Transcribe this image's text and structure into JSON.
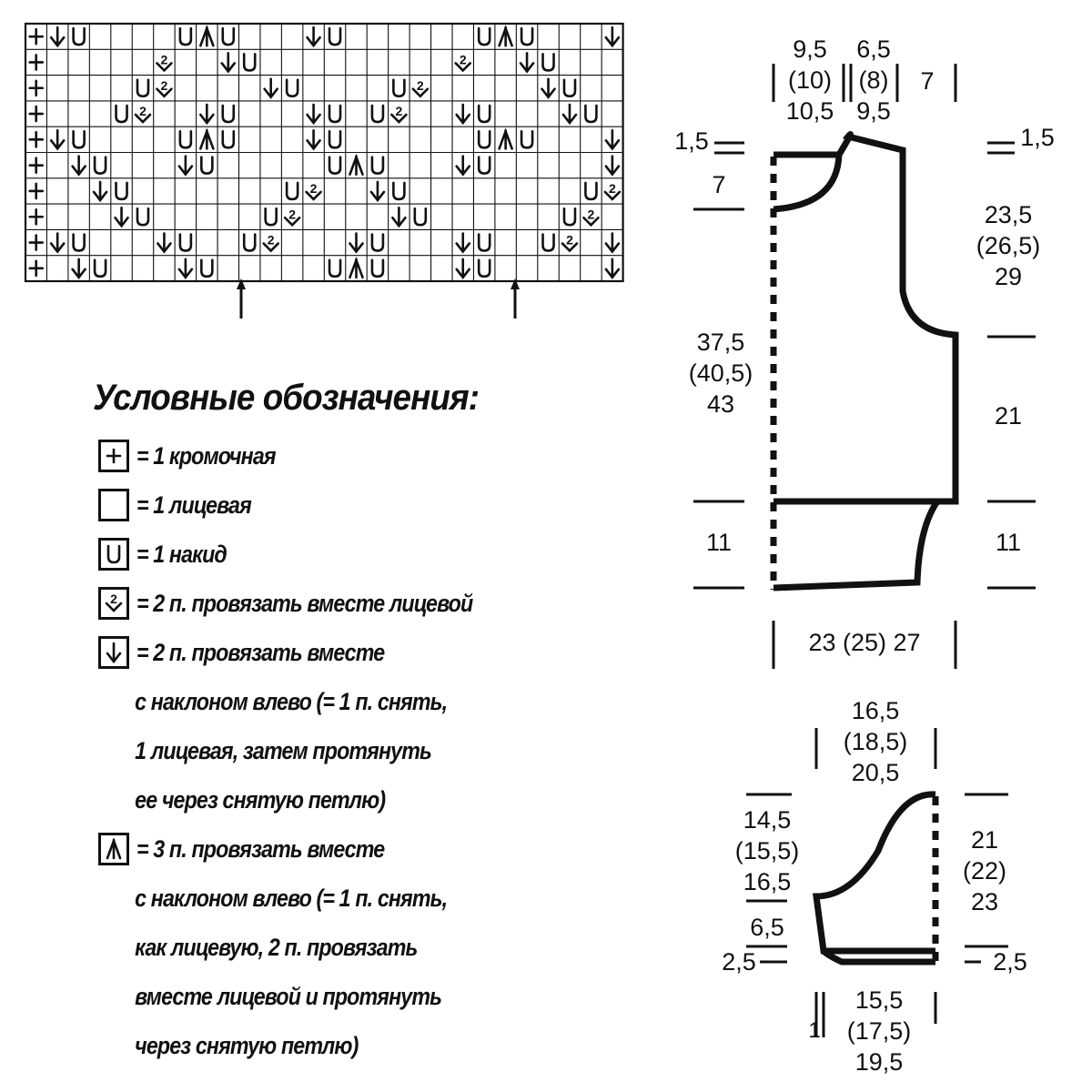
{
  "chart": {
    "rows": [
      [
        "+",
        "d",
        "y",
        "",
        "",
        "",
        "",
        "y",
        "a",
        "y",
        "",
        "",
        "",
        "d",
        "y",
        "",
        "",
        "",
        "",
        "",
        "",
        "y",
        "a",
        "y",
        "",
        "",
        "",
        "d"
      ],
      [
        "+",
        "",
        "",
        "",
        "",
        "",
        "k",
        "",
        "",
        "d",
        "y",
        "",
        "",
        "",
        "",
        "",
        "",
        "",
        "",
        "",
        "k",
        "",
        "",
        "d",
        "y",
        "",
        "",
        ""
      ],
      [
        "+",
        "",
        "",
        "",
        "",
        "y",
        "k",
        "",
        "",
        "",
        "",
        "d",
        "y",
        "",
        "",
        "",
        "",
        "y",
        "k",
        "",
        "",
        "",
        "",
        "",
        "d",
        "y",
        "",
        ""
      ],
      [
        "+",
        "",
        "",
        "",
        "y",
        "k",
        "",
        "",
        "d",
        "y",
        "",
        "",
        "",
        "d",
        "y",
        "",
        "y",
        "k",
        "",
        "",
        "d",
        "y",
        "",
        "",
        "",
        "d",
        "y",
        ""
      ],
      [
        "+",
        "d",
        "y",
        "",
        "",
        "",
        "",
        "y",
        "a",
        "y",
        "",
        "",
        "",
        "d",
        "y",
        "",
        "",
        "",
        "",
        "",
        "",
        "y",
        "a",
        "y",
        "",
        "",
        "",
        "d"
      ],
      [
        "+",
        "",
        "d",
        "y",
        "",
        "",
        "",
        "d",
        "y",
        "",
        "",
        "",
        "",
        "",
        "y",
        "a",
        "y",
        "",
        "",
        "",
        "d",
        "y",
        "",
        "",
        "",
        "",
        "",
        "d"
      ],
      [
        "+",
        "",
        "",
        "d",
        "y",
        "",
        "",
        "",
        "",
        "",
        "",
        "",
        "y",
        "k",
        "",
        "",
        "d",
        "y",
        "",
        "",
        "",
        "",
        "",
        "",
        "",
        "",
        "y",
        "k"
      ],
      [
        "+",
        "",
        "",
        "",
        "d",
        "y",
        "",
        "",
        "",
        "",
        "",
        "y",
        "k",
        "",
        "",
        "",
        "",
        "d",
        "y",
        "",
        "",
        "",
        "",
        "",
        "",
        "y",
        "k",
        ""
      ],
      [
        "+",
        "d",
        "y",
        "",
        "",
        "",
        "d",
        "y",
        "",
        "",
        "y",
        "k",
        "",
        "",
        "",
        "d",
        "y",
        "",
        "",
        "",
        "d",
        "y",
        "",
        "",
        "y",
        "k",
        "",
        "d"
      ],
      [
        "+",
        "",
        "d",
        "y",
        "",
        "",
        "",
        "d",
        "y",
        "",
        "",
        "",
        "",
        "",
        "y",
        "a",
        "y",
        "",
        "",
        "",
        "d",
        "y",
        "",
        "",
        "",
        "",
        "",
        "d"
      ]
    ]
  },
  "legend": {
    "title": "Условные обозначения:",
    "items": [
      {
        "symbol": "+",
        "icon": "edge-stitch-icon",
        "text": "= 1 кромочная",
        "cont": []
      },
      {
        "symbol": "",
        "icon": "knit-stitch-icon",
        "text": "= 1 лицевая",
        "cont": []
      },
      {
        "symbol": "U",
        "icon": "yarn-over-icon",
        "text": "= 1 накид",
        "cont": []
      },
      {
        "symbol": "2",
        "icon": "k2tog-icon",
        "text": "= 2 п. провязать вместе лицевой",
        "cont": []
      },
      {
        "symbol": "↓",
        "icon": "k2tog-left-icon",
        "text": "= 2 п. провязать вместе",
        "cont": [
          "с наклоном влево (= 1 п. снять,",
          "1 лицевая, затем протянуть",
          "ее через снятую петлю)"
        ]
      },
      {
        "symbol": "⋀",
        "icon": "k3tog-left-icon",
        "text": "= 3 п. провязать вместе",
        "cont": [
          "с наклоном влево (= 1 п. снять,",
          "как лицевую, 2 п. провязать",
          "вместе лицевой и протянуть",
          "через снятую петлю)"
        ]
      }
    ]
  },
  "body_schema": {
    "neck_width": [
      "9,5",
      "(10)",
      "10,5"
    ],
    "neck_side": [
      "6,5",
      "(8)",
      "9,5"
    ],
    "shoulder": "7",
    "neck_drop_front": "1,5",
    "neck_drop_back": "1,5",
    "neck_depth": "7",
    "armhole": [
      "23,5",
      "(26,5)",
      "29"
    ],
    "side_length": [
      "37,5",
      "(40,5)",
      "43"
    ],
    "side_right": "21",
    "bottom_left": "11",
    "bottom_right": "11",
    "width": "23 (25) 27"
  },
  "sleeve_schema": {
    "top_width": [
      "16,5",
      "(18,5)",
      "20,5"
    ],
    "cap_left": [
      "14,5",
      "(15,5)",
      "16,5"
    ],
    "lower_left": "6,5",
    "cuff_left": "2,5",
    "cap_right": [
      "21",
      "(22)",
      "23"
    ],
    "cuff_right": "2,5",
    "bottom_width": [
      "15,5",
      "(17,5)",
      "19,5"
    ],
    "bottom_offset": "1"
  }
}
